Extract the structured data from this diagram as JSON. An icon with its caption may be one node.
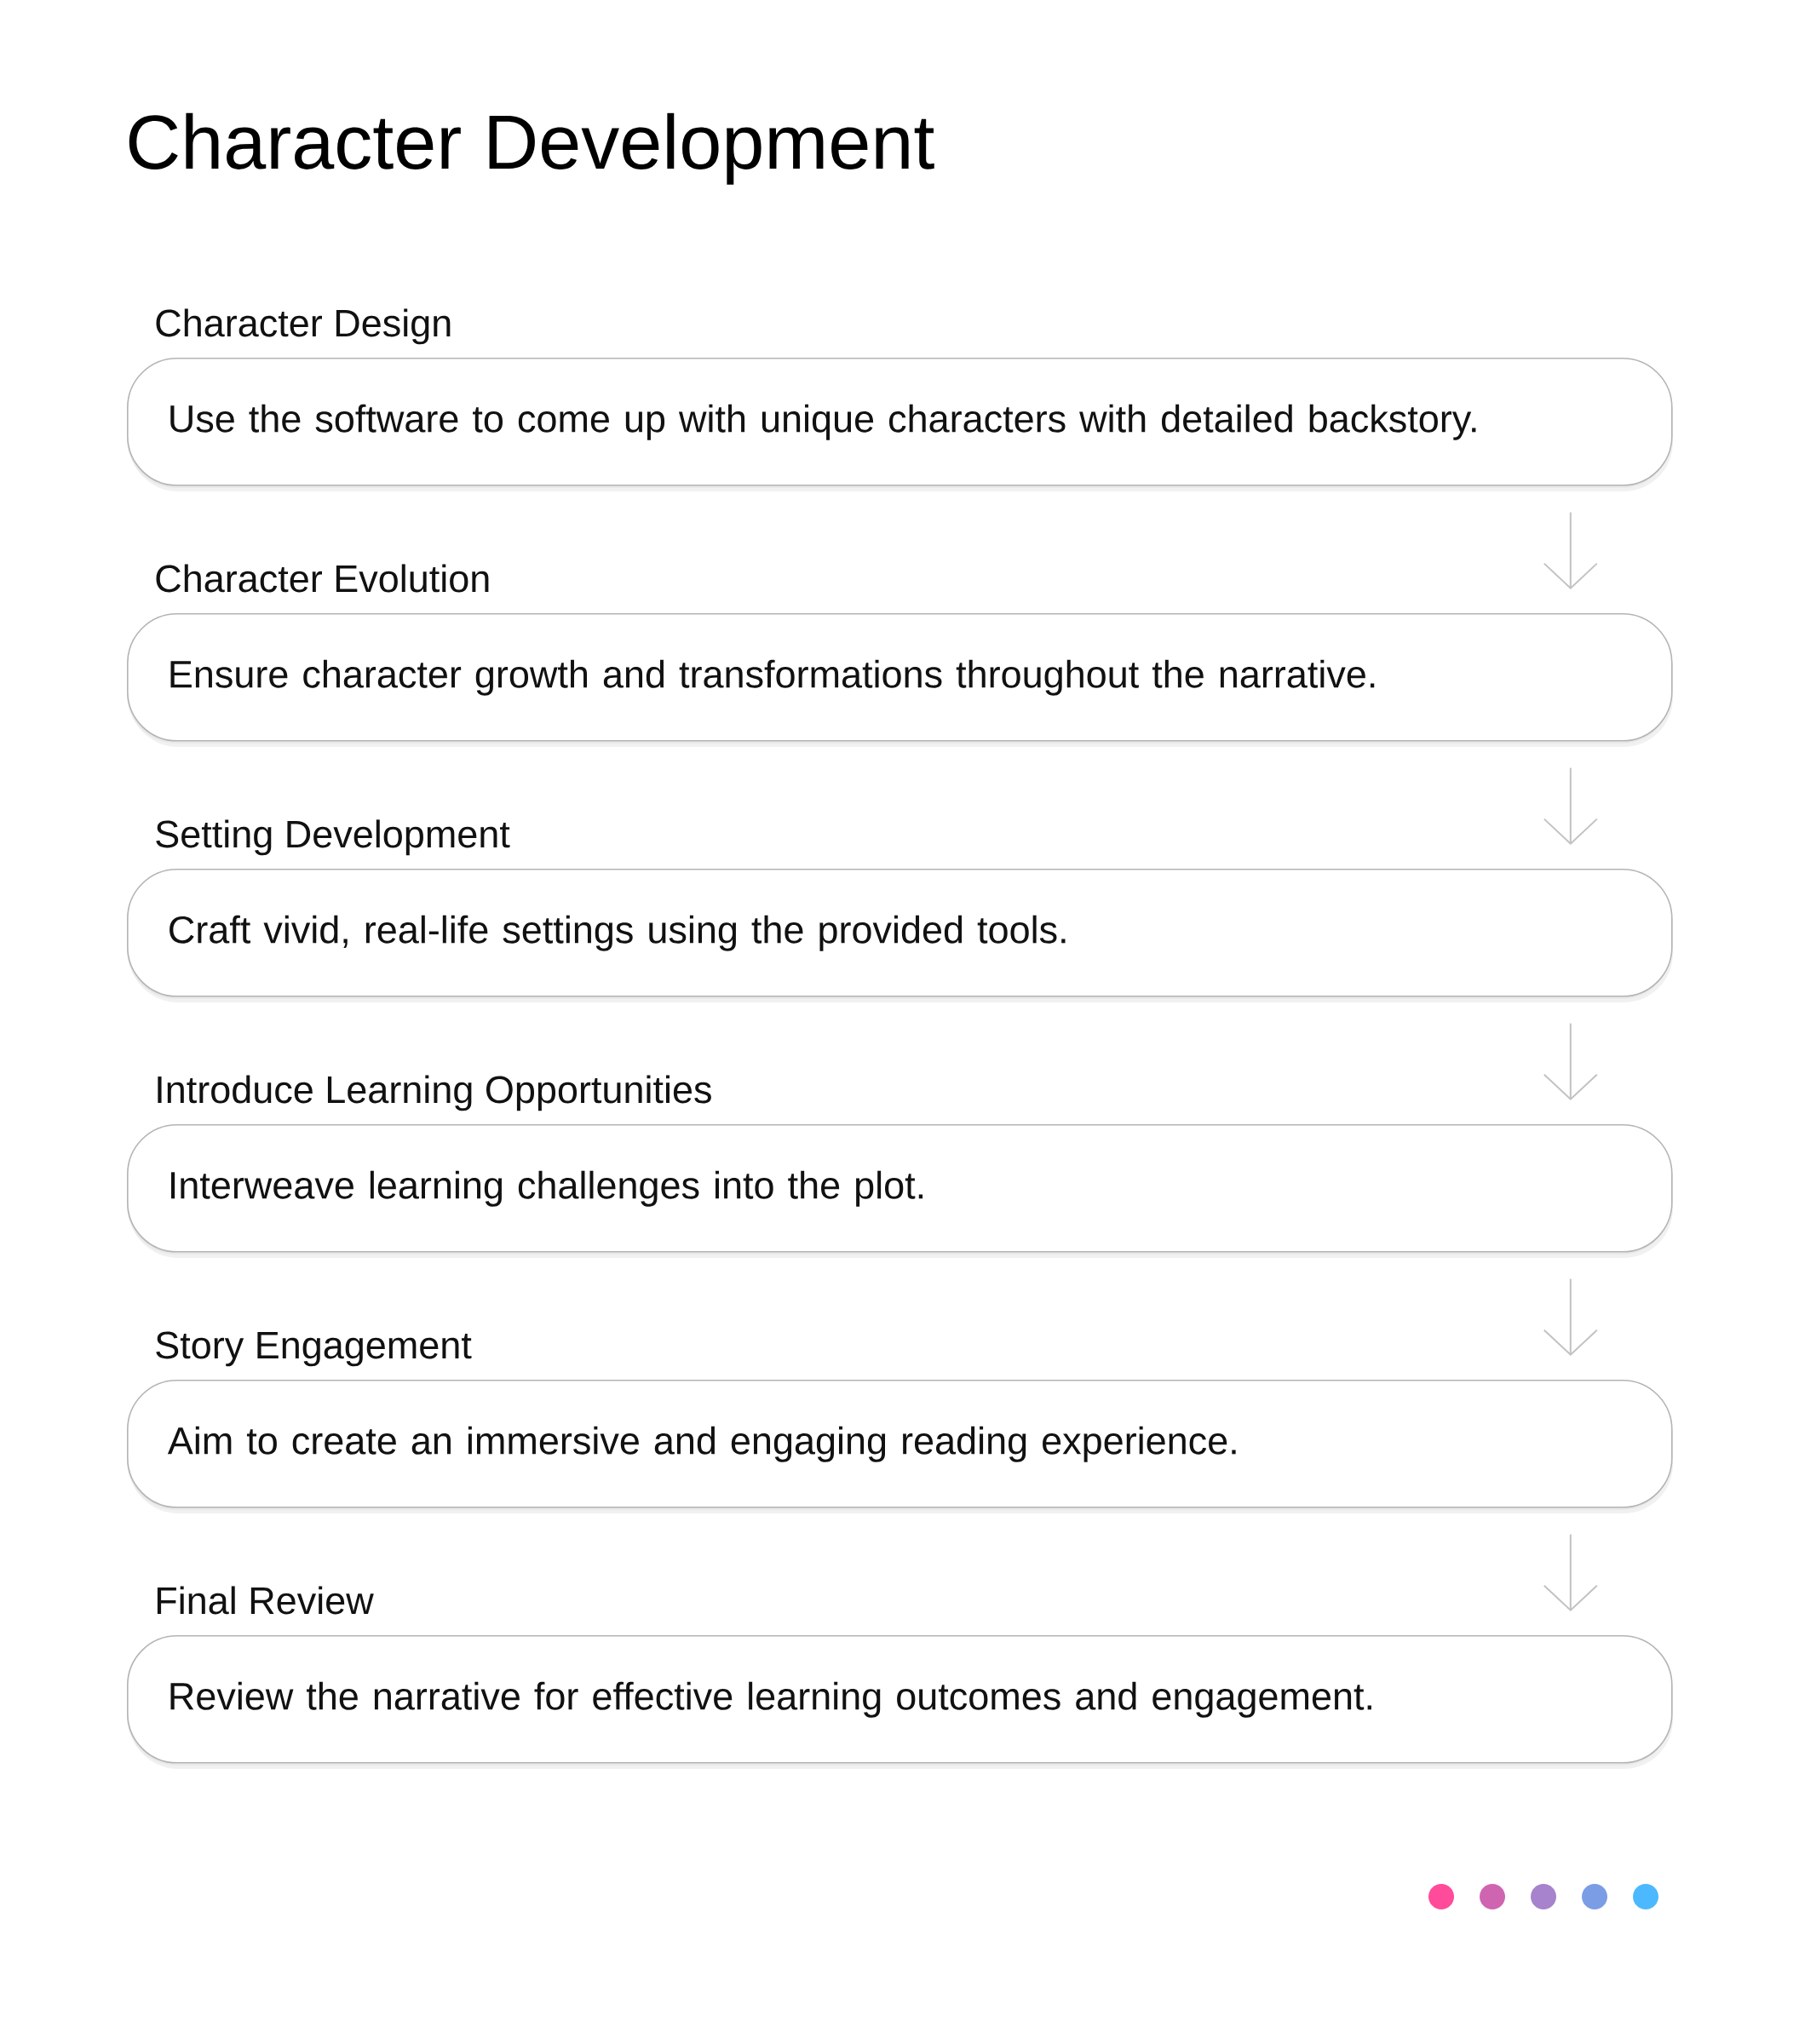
{
  "diagram": {
    "title": "Character Development",
    "nodes": [
      {
        "text": [
          "Character Design",
          "Use the software to come up with unique characters with detailed backstory."
        ]
      },
      {
        "text": [
          "Character Evolution",
          "Ensure character growth and transformations throughout the narrative."
        ]
      },
      {
        "text": [
          "Setting Development",
          "Craft vivid, real-life settings using the provided tools."
        ]
      },
      {
        "text": [
          "Introduce Learning Opportunities",
          "Interweave learning challenges into the plot."
        ]
      },
      {
        "text": [
          "Story Engagement",
          "Aim to create an immersive and engaging reading experience."
        ]
      },
      {
        "text": [
          "Final Review",
          "Review the narrative for effective learning outcomes and engagement."
        ]
      }
    ],
    "edges": [
      {
        "from": 0,
        "to": 1,
        "arrow": "to"
      },
      {
        "from": 1,
        "to": 2,
        "arrow": "to"
      },
      {
        "from": 2,
        "to": 3,
        "arrow": "to"
      },
      {
        "from": 3,
        "to": 4,
        "arrow": "to"
      },
      {
        "from": 4,
        "to": 5,
        "arrow": "to"
      }
    ]
  }
}
